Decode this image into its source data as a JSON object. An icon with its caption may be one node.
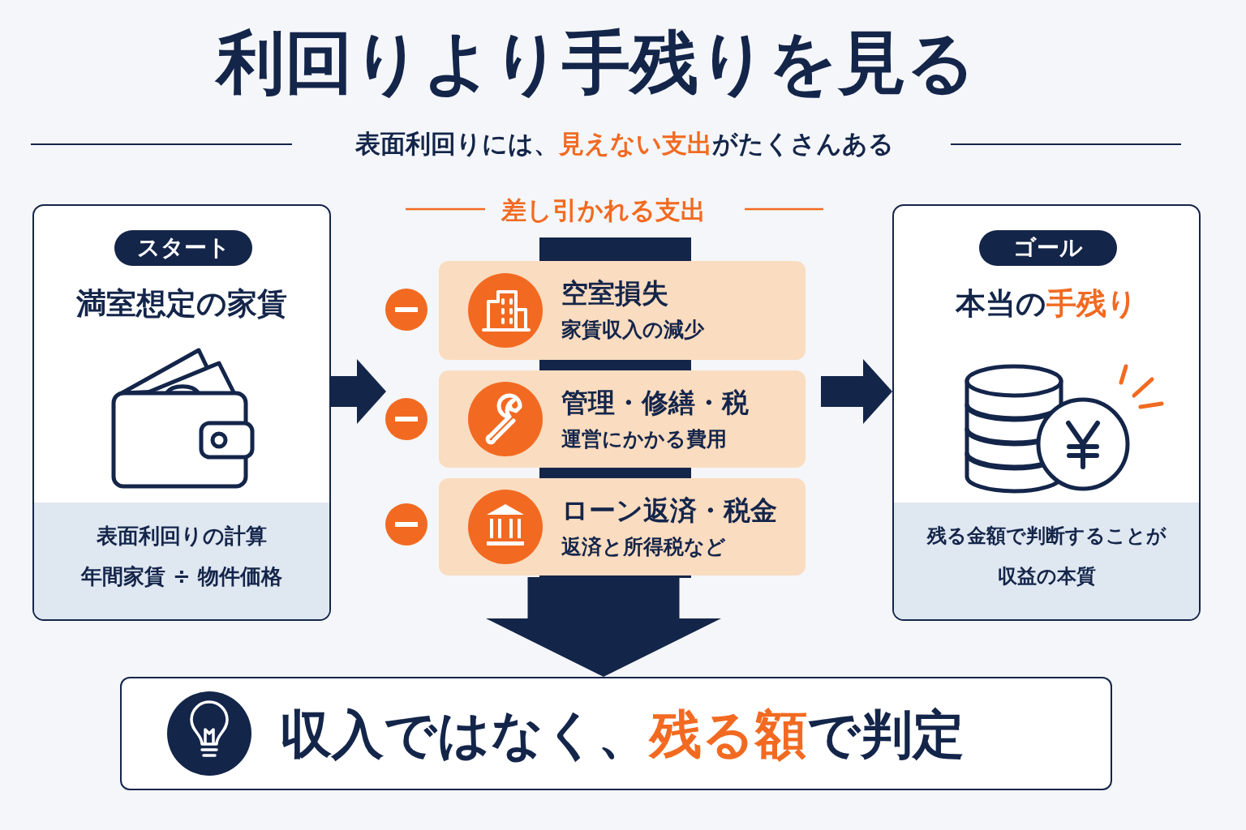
{
  "diagram": {
    "title": "利回りより手残りを見る",
    "nodes": [
      {
        "text": [
          "スタート",
          "満室想定の家賃",
          "表面利回りの計算年間家賃 ÷ 物件価格"
        ]
      },
      {
        "text": [
          "差し引かれる支出"
        ]
      },
      {
        "text": [
          "空室損失",
          "家賃収入の減少"
        ],
        "in": 1
      },
      {
        "text": [
          "管理・修繕・税",
          "運営にかかる費用"
        ],
        "in": 1
      },
      {
        "text": [
          "ローン返済・税金",
          "返済と所得税など"
        ],
        "in": 1
      },
      {
        "text": [
          "ゴール",
          "本当の**手残り**",
          "残る金額で判断することが収益の本質"
        ]
      },
      {
        "text": [
          "収入ではなく、**残る額**で判定"
        ]
      }
    ],
    "edges": [
      {
        "from": 0,
        "to": 1,
        "arrow": "to"
      },
      {
        "from": 1,
        "to": 5,
        "arrow": "to"
      },
      {
        "from": 1,
        "to": 6,
        "arrow": "to",
        "style": "thick"
      }
    ],
    "labels": [
      "表面利回りには、**見えない支出**がたくさんある"
    ]
  }
}
